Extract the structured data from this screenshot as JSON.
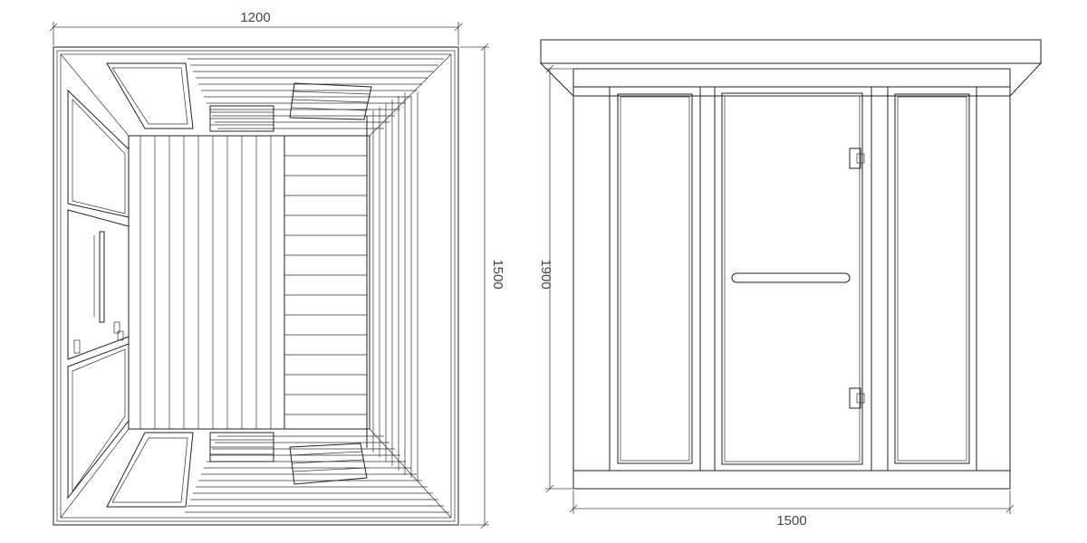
{
  "drawing": {
    "top_view": {
      "width_label": "1200",
      "depth_label": "1500"
    },
    "front_view": {
      "height_label": "1900",
      "width_label": "1500"
    }
  },
  "colors": {
    "line": "#222222",
    "dimension": "#444444",
    "background": "#ffffff"
  }
}
